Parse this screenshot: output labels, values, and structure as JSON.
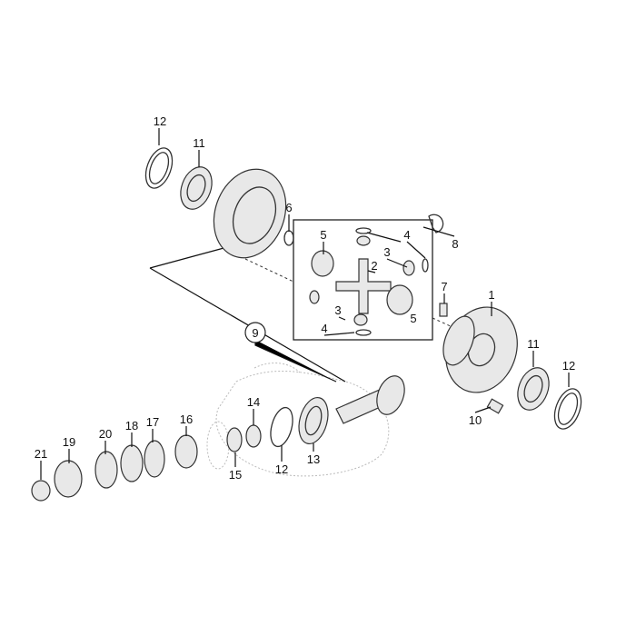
{
  "diagram": {
    "title": "Differential and drive pinion exploded view",
    "callouts": [
      "12",
      "11",
      "6",
      "5",
      "4",
      "3",
      "2",
      "8",
      "7",
      "1",
      "3",
      "5",
      "4",
      "9",
      "11",
      "12",
      "10",
      "14",
      "16",
      "17",
      "18",
      "20",
      "19",
      "21",
      "15",
      "12",
      "13"
    ]
  }
}
